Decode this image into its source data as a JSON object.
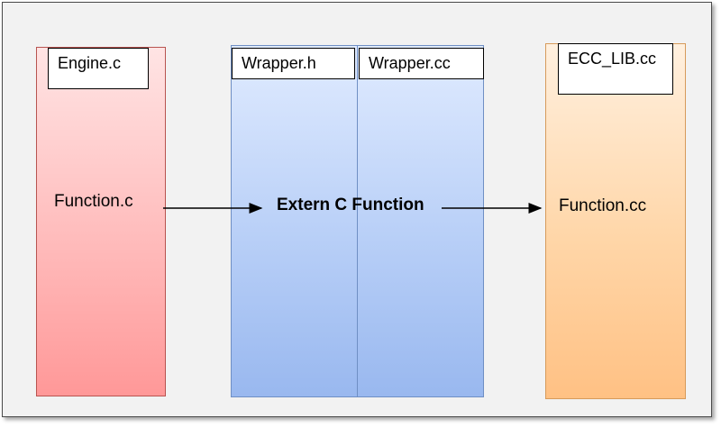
{
  "engine": {
    "title": "Engine.c",
    "function": "Function.c"
  },
  "wrapper": {
    "header_title": "Wrapper.h",
    "source_title": "Wrapper.cc",
    "function": "Extern C Function"
  },
  "ecc_lib": {
    "title": "ECC_LIB.cc",
    "function": "Function.cc"
  },
  "colors": {
    "engine_fill": "#ffb8b8",
    "wrapper_fill": "#b8cff7",
    "ecc_fill": "#ffd6a8"
  }
}
